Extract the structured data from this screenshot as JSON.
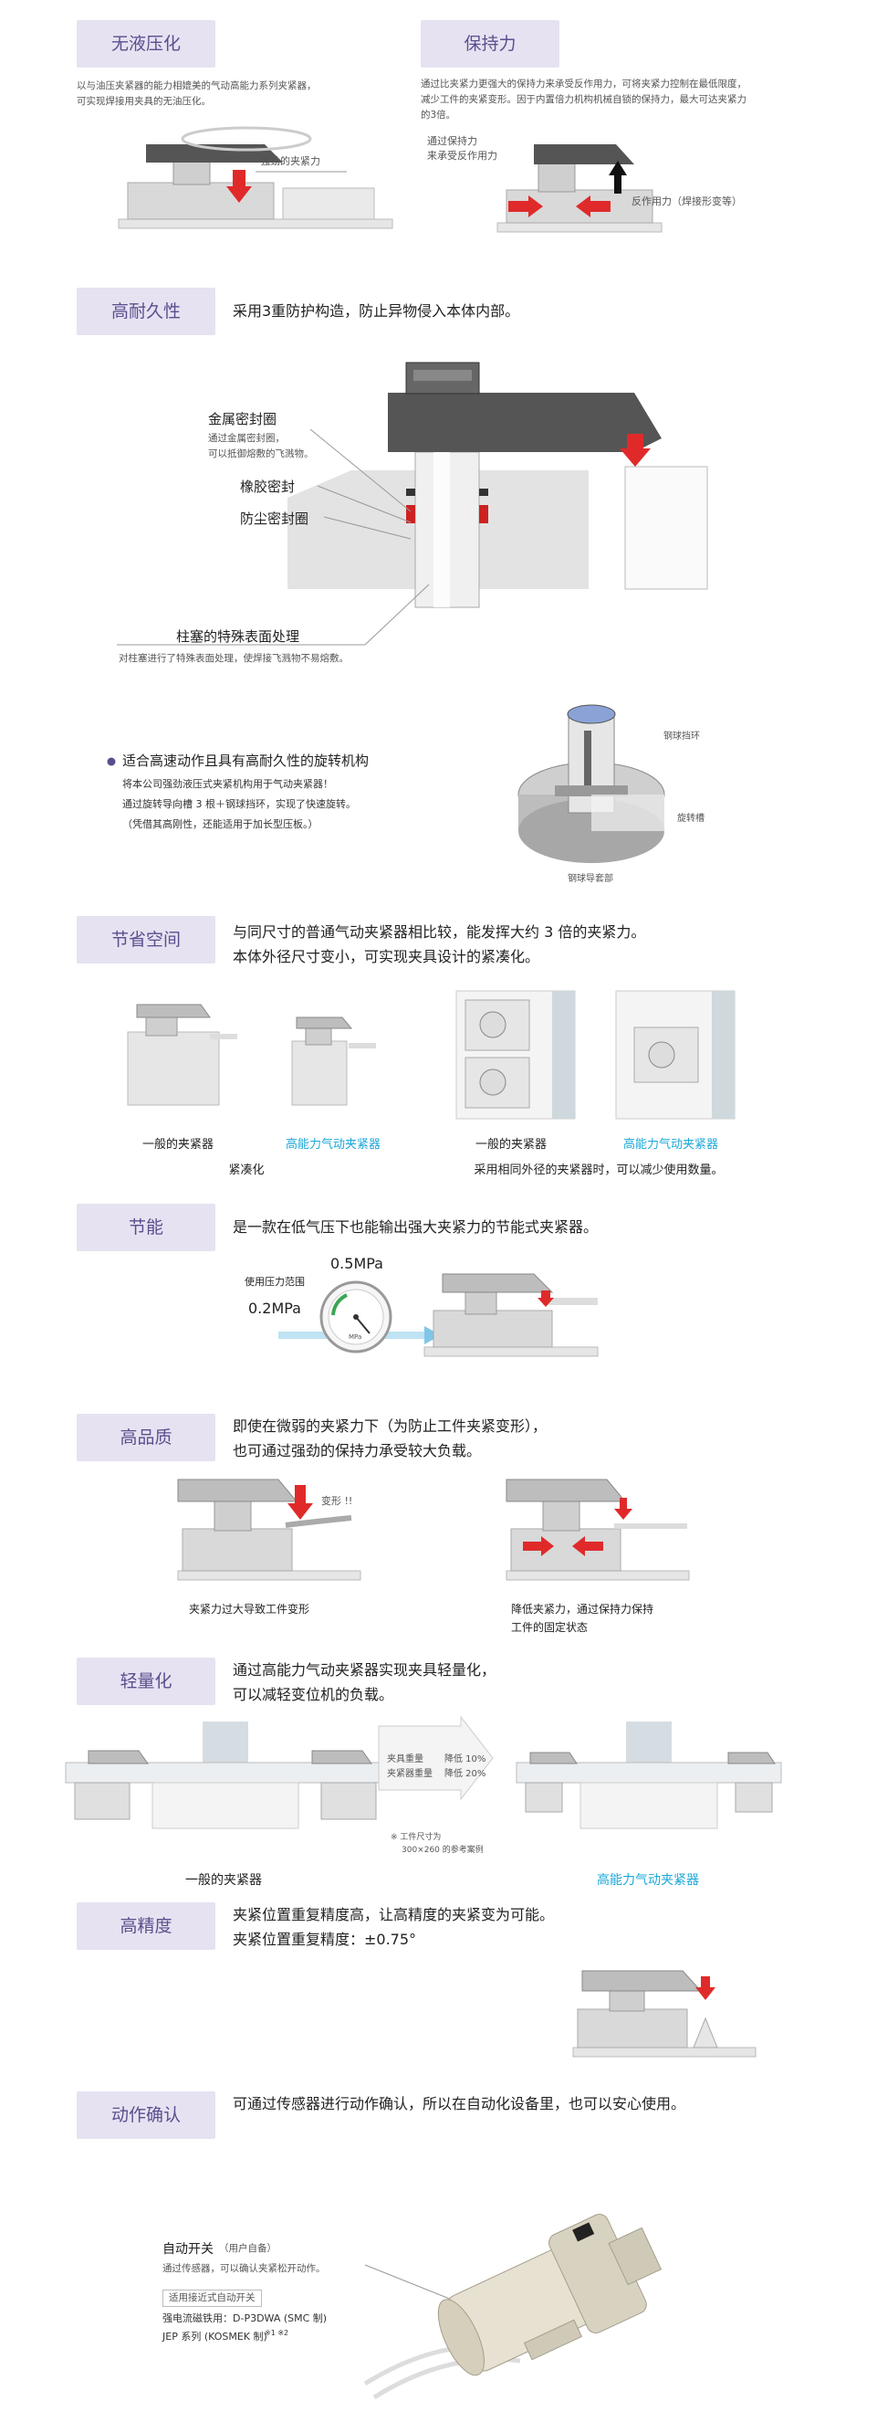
{
  "sections": {
    "no_hydraulic": {
      "badge": "无液压化",
      "desc1": "以与油压夹紧器的能力相媲美的气动高能力系列夹紧器，",
      "desc2": "可实现焊接用夹具的无油压化。",
      "force_label": "强劲的夹紧力"
    },
    "holding": {
      "badge": "保持力",
      "desc1": "通过比夹紧力更强大的保持力来承受反作用力，可将夹紧力控制在最低限度，",
      "desc2": "减少工件的夹紧变形。因于内置倍力机构机械自锁的保持力，最大可达夹紧力",
      "desc3": "的3倍。",
      "label_a1": "通过保持力",
      "label_a2": "来承受反作用力",
      "reaction_label": "反作用力（焊接形变等）"
    },
    "durability": {
      "badge": "高耐久性",
      "head": "采用3重防护构造，防止异物侵入本体内部。",
      "metal_seal": "金属密封圈",
      "metal_note1": "通过金属密封圈，",
      "metal_note2": "可以抵御熔敷的飞溅物。",
      "rubber_seal": "橡胶密封",
      "dust_seal": "防尘密封圈",
      "rod_surface": "柱塞的特殊表面处理",
      "rod_note": "对柱塞进行了特殊表面处理，使焊接飞溅物不易熔敷。"
    },
    "rotation": {
      "head": "适合高速动作且具有高耐久性的旋转机构",
      "line1": "将本公司强劲液压式夹紧机构用于气动夹紧器！",
      "line2": "通过旋转导向槽 3 根＋钢球挡环，实现了快速旋转。",
      "line3": "（凭借其高刚性，还能适用于加长型压板。）",
      "ball_ring": "钢球挡环",
      "groove": "旋转槽",
      "ball_guide": "钢球导套部"
    },
    "space": {
      "badge": "节省空间",
      "head1": "与同尺寸的普通气动夹紧器相比较，能发挥大约 3 倍的夹紧力。",
      "head2": "本体外径尺寸变小，可实现夹具设计的紧凑化。",
      "cap_general": "一般的夹紧器",
      "cap_high": "高能力气动夹紧器",
      "cap_general2": "一般的夹紧器",
      "cap_high2": "高能力气动夹紧器",
      "sub_left": "紧凑化",
      "sub_right": "采用相同外径的夹紧器时，可以减少使用数量。"
    },
    "energy": {
      "badge": "节能",
      "head": "是一款在低气压下也能输出强大夹紧力的节能式夹紧器。",
      "range_label": "使用压力范围",
      "p_high": "0.5MPa",
      "p_low": "0.2MPa",
      "gauge_unit": "MPa"
    },
    "quality": {
      "badge": "高品质",
      "head1": "即使在微弱的夹紧力下（为防止工件夹紧变形），",
      "head2": "也可通过强劲的保持力承受较大负载。",
      "deform": "变形 !!",
      "cap_left": "夹紧力过大导致工件变形",
      "cap_right1": "降低夹紧力，通过保持力保持",
      "cap_right2": "工件的固定状态"
    },
    "light": {
      "badge": "轻量化",
      "head1": "通过高能力气动夹紧器实现夹具轻量化，",
      "head2": "可以减轻变位机的负载。",
      "row1_label": "夹具重量",
      "row1_value": "降低 10%",
      "row2_label": "夹紧器重量",
      "row2_value": "降低 20%",
      "foot1": "※ 工件尺寸为",
      "foot2": "300×260 的参考案例",
      "cap_general": "一般的夹紧器",
      "cap_high": "高能力气动夹紧器"
    },
    "precision": {
      "badge": "高精度",
      "head1": "夹紧位置重复精度高，让高精度的夹紧变为可能。",
      "head2": "夹紧位置重复精度：±0.75°"
    },
    "confirm": {
      "badge": "动作确认",
      "head": "可通过传感器进行动作确认，所以在自动化设备里，也可以安心使用。",
      "switch_title": "自动开关",
      "switch_sub": "（用户自备）",
      "switch_desc": "通过传感器，可以确认夹紧松开动作。",
      "box_label": "适用接近式自动开关",
      "model1": "强电流磁铁用：D-P3DWA (SMC 制)",
      "model2": "JEP 系列 (KOSMEK 制)",
      "model2_note": "※1 ※2"
    }
  },
  "colors": {
    "badge_bg": "#e6e2f1",
    "badge_text": "#5a4f8e",
    "accent_red": "#e02a2a",
    "accent_blue": "#1ba7d8"
  }
}
